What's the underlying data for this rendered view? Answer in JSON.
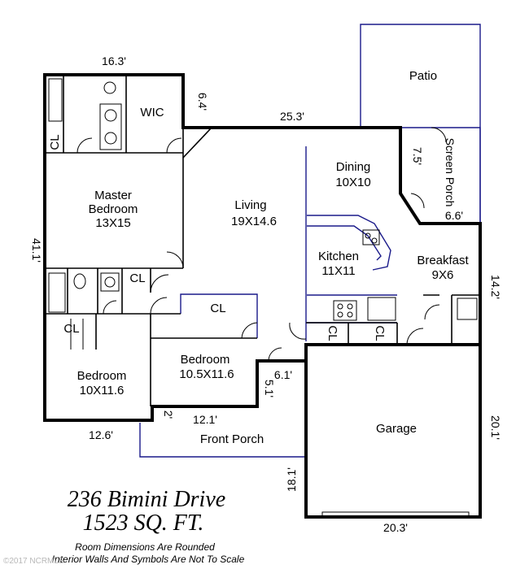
{
  "rooms": {
    "patio": "Patio",
    "wic": "WIC",
    "dining_name": "Dining",
    "dining_size": "10X10",
    "screen_porch": "Screen Porch",
    "master_name": "Master",
    "master_name2": "Bedroom",
    "master_size": "13X15",
    "living_name": "Living",
    "living_size": "19X14.6",
    "kitchen_name": "Kitchen",
    "kitchen_size": "11X11",
    "breakfast_name": "Breakfast",
    "breakfast_size": "9X6",
    "bedroom2_name": "Bedroom",
    "bedroom2_size": "10.5X11.6",
    "bedroom3_name": "Bedroom",
    "bedroom3_size": "10X11.6",
    "garage": "Garage",
    "front_porch": "Front Porch",
    "closet": "CL"
  },
  "dimensions": {
    "d_16_3": "16.3'",
    "d_6_4": "6.4'",
    "d_25_3": "25.3'",
    "d_7_5": "7.5'",
    "d_6_6": "6.6'",
    "d_41_1": "41.1'",
    "d_14_2": "14.2'",
    "d_6_1": "6.1'",
    "d_5_1": "5.1'",
    "d_2": "2'",
    "d_12_1": "12.1'",
    "d_12_6": "12.6'",
    "d_20_1": "20.1'",
    "d_18_1": "18.1'",
    "d_20_3": "20.3'"
  },
  "footer": {
    "address": "236 Bimini Drive",
    "sqft": "1523 SQ. FT.",
    "note1": "Room Dimensions Are Rounded",
    "note2": "Interior Walls And Symbols Are Not To Scale",
    "watermark": "©2017 NCRMLS"
  }
}
